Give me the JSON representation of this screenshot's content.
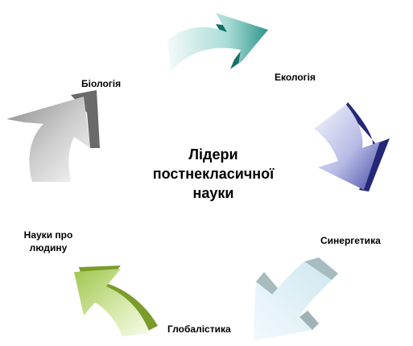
{
  "center": {
    "line1": "Лідери",
    "line2": "постнекласичної",
    "line3": "науки"
  },
  "labels": {
    "ecology": "Екологія",
    "synergetics": "Синергетика",
    "globalistics": "Глобалістика",
    "human_sciences_line1": "Науки про",
    "human_sciences_line2": "людину",
    "biology": "Біологія"
  },
  "arrows": {
    "ecology": {
      "icon": "curved-arrow-icon",
      "color_light": "#eaf6f4",
      "color_dark": "#157a72"
    },
    "synergetics": {
      "icon": "curved-arrow-icon",
      "color_light": "#eceefa",
      "color_dark": "#2c2f7e"
    },
    "globalistics": {
      "icon": "curved-arrow-icon",
      "color_light": "#eaf5fb",
      "color_dark": "#9ab4b6"
    },
    "human_sciences": {
      "icon": "curved-arrow-icon",
      "color_light": "#f1f7e1",
      "color_dark": "#7ea02a"
    },
    "biology": {
      "icon": "curved-arrow-icon",
      "color_light": "#f4f4f4",
      "color_dark": "#6c6c6c"
    }
  }
}
